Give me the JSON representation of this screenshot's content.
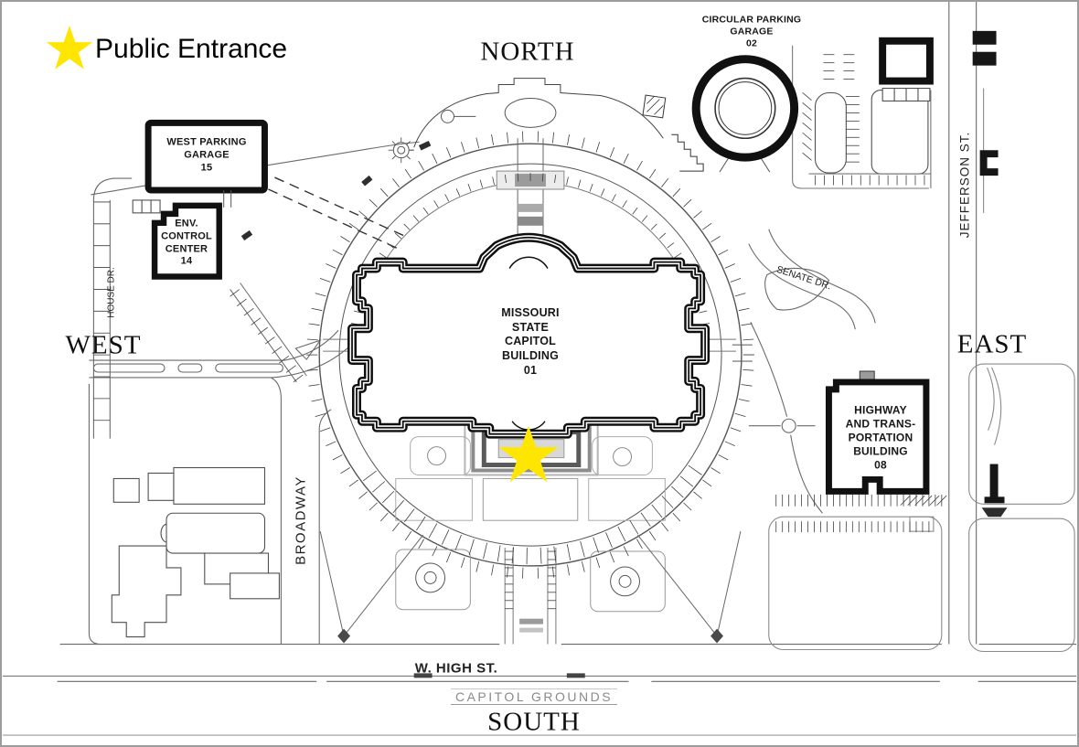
{
  "legend": {
    "label": "Public Entrance"
  },
  "compass": {
    "north": "NORTH",
    "south": "SOUTH",
    "east": "EAST",
    "west": "WEST"
  },
  "buildings": {
    "capitol": {
      "label": "MISSOURI\nSTATE\nCAPITOL\nBUILDING\n01"
    },
    "west_parking_garage": {
      "label": "WEST PARKING\nGARAGE\n15"
    },
    "env_control_center": {
      "label": "ENV.\nCONTROL\nCENTER\n14"
    },
    "circular_parking_garage": {
      "label": "CIRCULAR PARKING\nGARAGE\n02"
    },
    "highway_transportation": {
      "label": "HIGHWAY\nAND TRANS-\nPORTATION\nBUILDING\n08"
    }
  },
  "streets": {
    "jefferson_st": "JEFFERSON ST.",
    "senate_dr": "SENATE DR.",
    "house_dr": "HOUSE DR.",
    "broadway": "BROADWAY",
    "w_high_st": "W. HIGH ST.",
    "capitol_grounds": "CAPITOL GROUNDS"
  },
  "colors": {
    "star": "#FFE600"
  }
}
